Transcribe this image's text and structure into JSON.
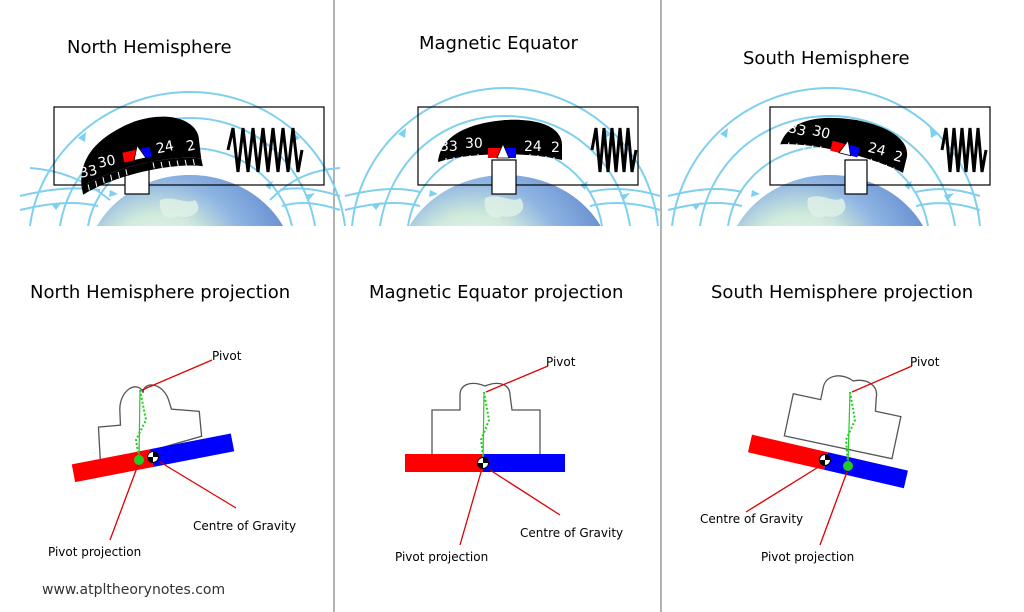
{
  "panels": [
    {
      "title": "North Hemisphere",
      "projection_title": "North Hemisphere projection",
      "dial_numbers": [
        "33",
        "30",
        "24",
        "2"
      ],
      "labels": {
        "pivot": "Pivot",
        "cog": "Centre of Gravity",
        "pivot_projection": "Pivot projection"
      }
    },
    {
      "title": "Magnetic Equator",
      "projection_title": "Magnetic Equator projection",
      "dial_numbers": [
        "33",
        "30",
        "24",
        "2"
      ],
      "labels": {
        "pivot": "Pivot",
        "cog": "Centre of Gravity",
        "pivot_projection": "Pivot projection"
      }
    },
    {
      "title": "South Hemisphere",
      "projection_title": "South Hemisphere projection",
      "dial_numbers": [
        "33",
        "30",
        "24",
        "2"
      ],
      "labels": {
        "pivot": "Pivot",
        "cog": "Centre of Gravity",
        "pivot_projection": "Pivot projection"
      }
    }
  ],
  "footer": {
    "website": "www.atpltheorynotes.com"
  },
  "colors": {
    "field_lines": "#7fd0ee",
    "earth_blue": "#6d93d6",
    "earth_green": "#dff1e6",
    "magnet_red": "#ff0000",
    "magnet_blue": "#0000ff",
    "pivot_green": "#22cc22",
    "leader_red": "#dd0000"
  },
  "icons": {
    "field_arrow": "arrowhead-icon",
    "spring": "spring-icon",
    "cog": "centre-of-gravity-icon"
  }
}
